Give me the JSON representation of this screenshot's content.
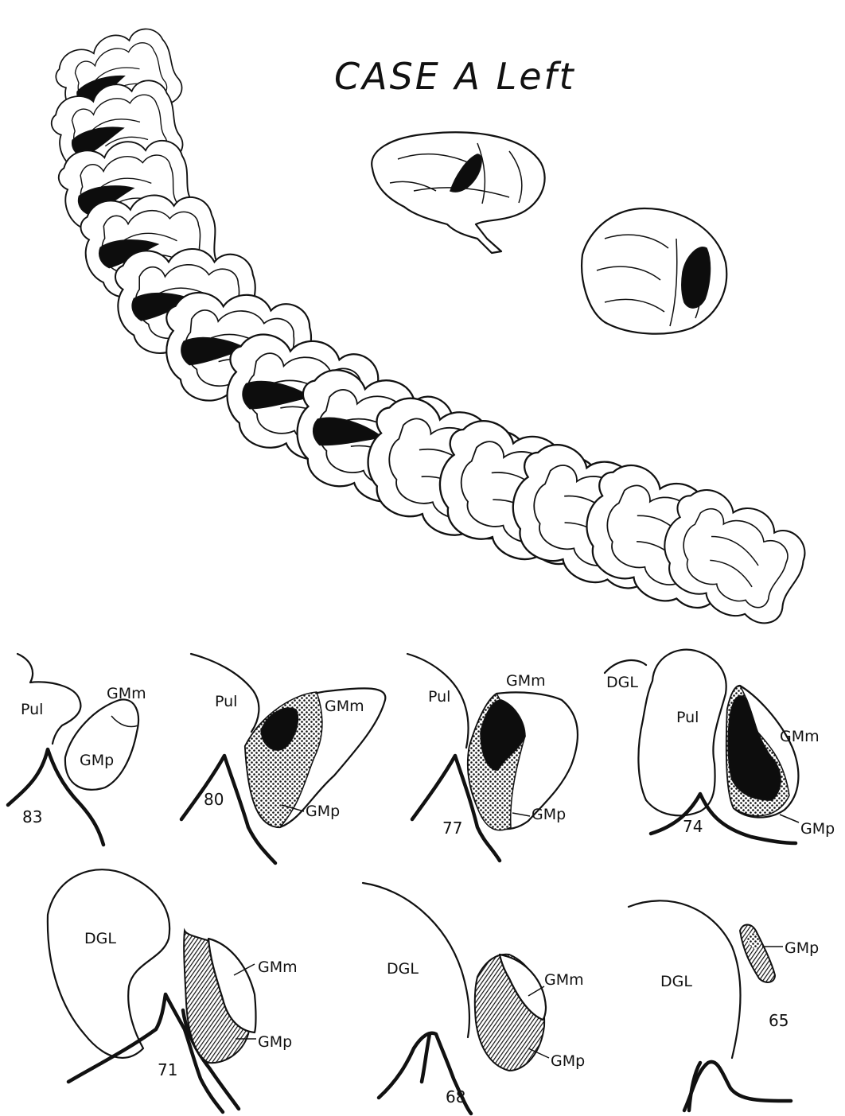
{
  "title": "CASE A Left",
  "sections": [
    {
      "number": "83",
      "labels": [
        "Pul",
        "GMm",
        "GMp"
      ]
    },
    {
      "number": "80",
      "labels": [
        "Pul",
        "GMm",
        "GMp"
      ]
    },
    {
      "number": "77",
      "labels": [
        "Pul",
        "GMm",
        "GMp"
      ]
    },
    {
      "number": "74",
      "labels": [
        "DGL",
        "Pul",
        "GMm",
        "GMp"
      ]
    },
    {
      "number": "71",
      "labels": [
        "DGL",
        "GMm",
        "GMp"
      ]
    },
    {
      "number": "68",
      "labels": [
        "DGL",
        "GMm",
        "GMp"
      ]
    },
    {
      "number": "65",
      "labels": [
        "DGL",
        "GMp"
      ]
    }
  ]
}
